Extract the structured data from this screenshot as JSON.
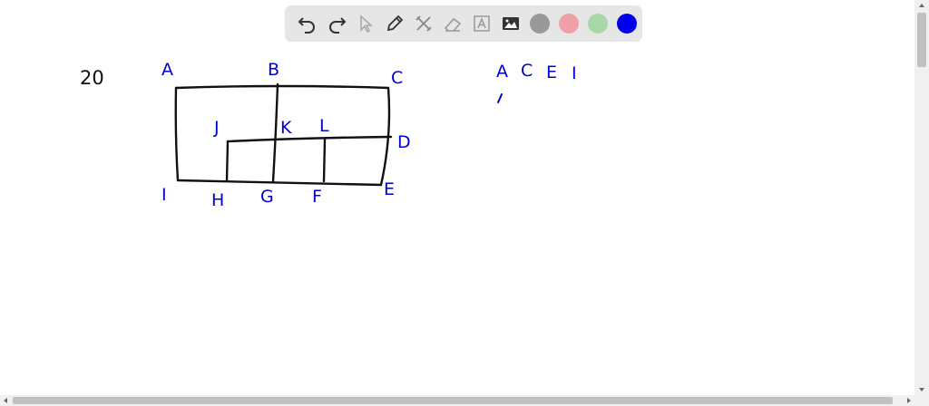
{
  "toolbar": {
    "tools": [
      "undo-icon",
      "redo-icon",
      "select-icon",
      "pen-icon",
      "tools-icon",
      "eraser-icon",
      "text-icon",
      "image-icon"
    ],
    "colors": [
      "#999999",
      "#f0a0a8",
      "#a8d8a8",
      "#0000ee"
    ]
  },
  "drawing": {
    "problem_number": "20",
    "vertex_labels": [
      "A",
      "B",
      "C",
      "D",
      "E",
      "F",
      "G",
      "H",
      "I",
      "J",
      "K",
      "L"
    ],
    "note_letters": [
      "A",
      "C",
      "E",
      "I"
    ]
  }
}
